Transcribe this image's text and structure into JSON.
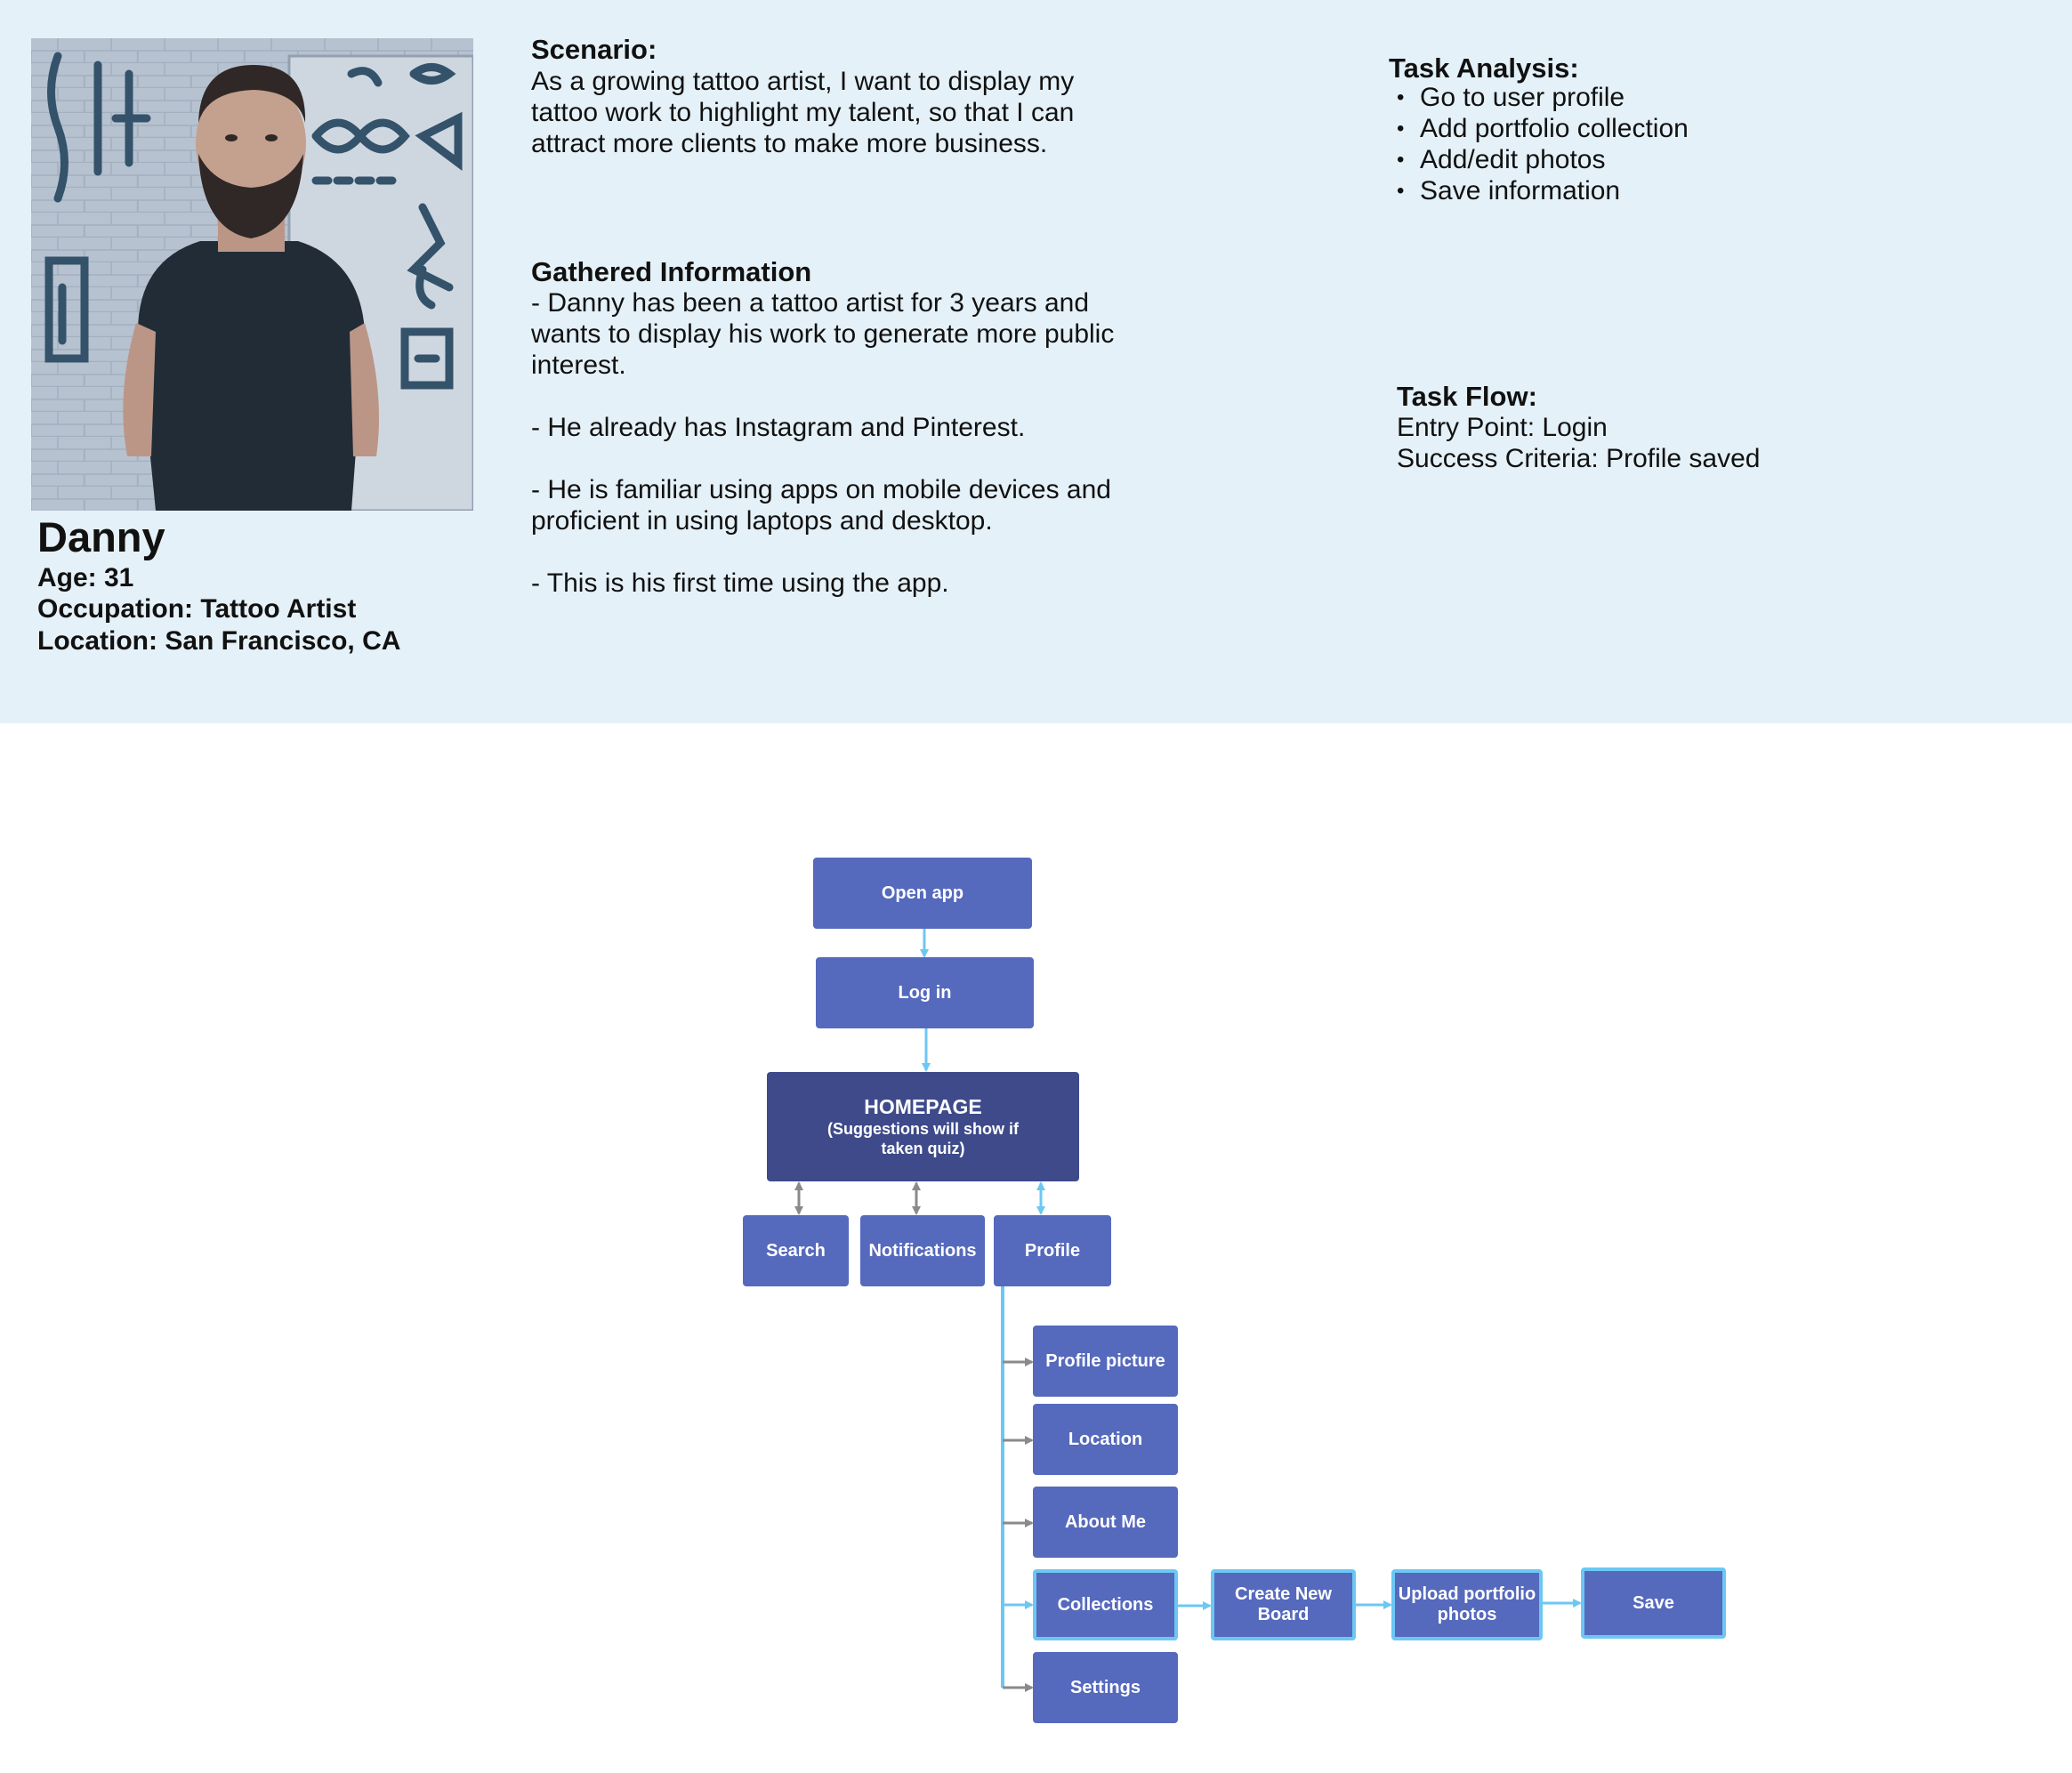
{
  "persona": {
    "name": "Danny",
    "age": "Age: 31",
    "occupation": "Occupation: Tattoo Artist",
    "location": "Location: San Francisco, CA"
  },
  "scenario": {
    "heading": "Scenario:",
    "lines": [
      "As a growing tattoo artist, I want to display my",
      "tattoo work to highlight my talent, so that I can",
      "attract more clients to make more business."
    ]
  },
  "gathered": {
    "heading": "Gathered Information",
    "p1": [
      "- Danny has been a tattoo artist for 3 years and",
      "wants to display his work to generate more public",
      "interest."
    ],
    "p2": "- He already has Instagram and Pinterest.",
    "p3": [
      "- He is familiar using apps on mobile devices and",
      "proficient in using laptops and desktop."
    ],
    "p4": "- This is his first time using the app."
  },
  "task_analysis": {
    "heading": "Task Analysis:",
    "items": [
      "Go to user profile",
      "Add portfolio collection",
      "Add/edit photos",
      "Save information"
    ]
  },
  "task_flow": {
    "heading": "Task Flow:",
    "entry": "Entry Point: Login",
    "success": "Success Criteria: Profile saved"
  },
  "flow": {
    "open_app": "Open app",
    "log_in": "Log in",
    "homepage_title": "HOMEPAGE",
    "homepage_sub1": "(Suggestions will show if",
    "homepage_sub2": "taken quiz)",
    "search": "Search",
    "notifications": "Notifications",
    "profile": "Profile",
    "profile_picture": "Profile picture",
    "location": "Location",
    "about_me": "About Me",
    "collections": "Collections",
    "settings": "Settings",
    "create_board_1": "Create New",
    "create_board_2": "Board",
    "upload_1": "Upload portfolio",
    "upload_2": "photos",
    "save": "Save"
  },
  "colors": {
    "panel": "#e5f1f8",
    "node": "#5569bd",
    "node_dark": "#3e4a8a",
    "accent_arrow": "#6cc7f3",
    "gray_arrow": "#8a8a8a"
  }
}
